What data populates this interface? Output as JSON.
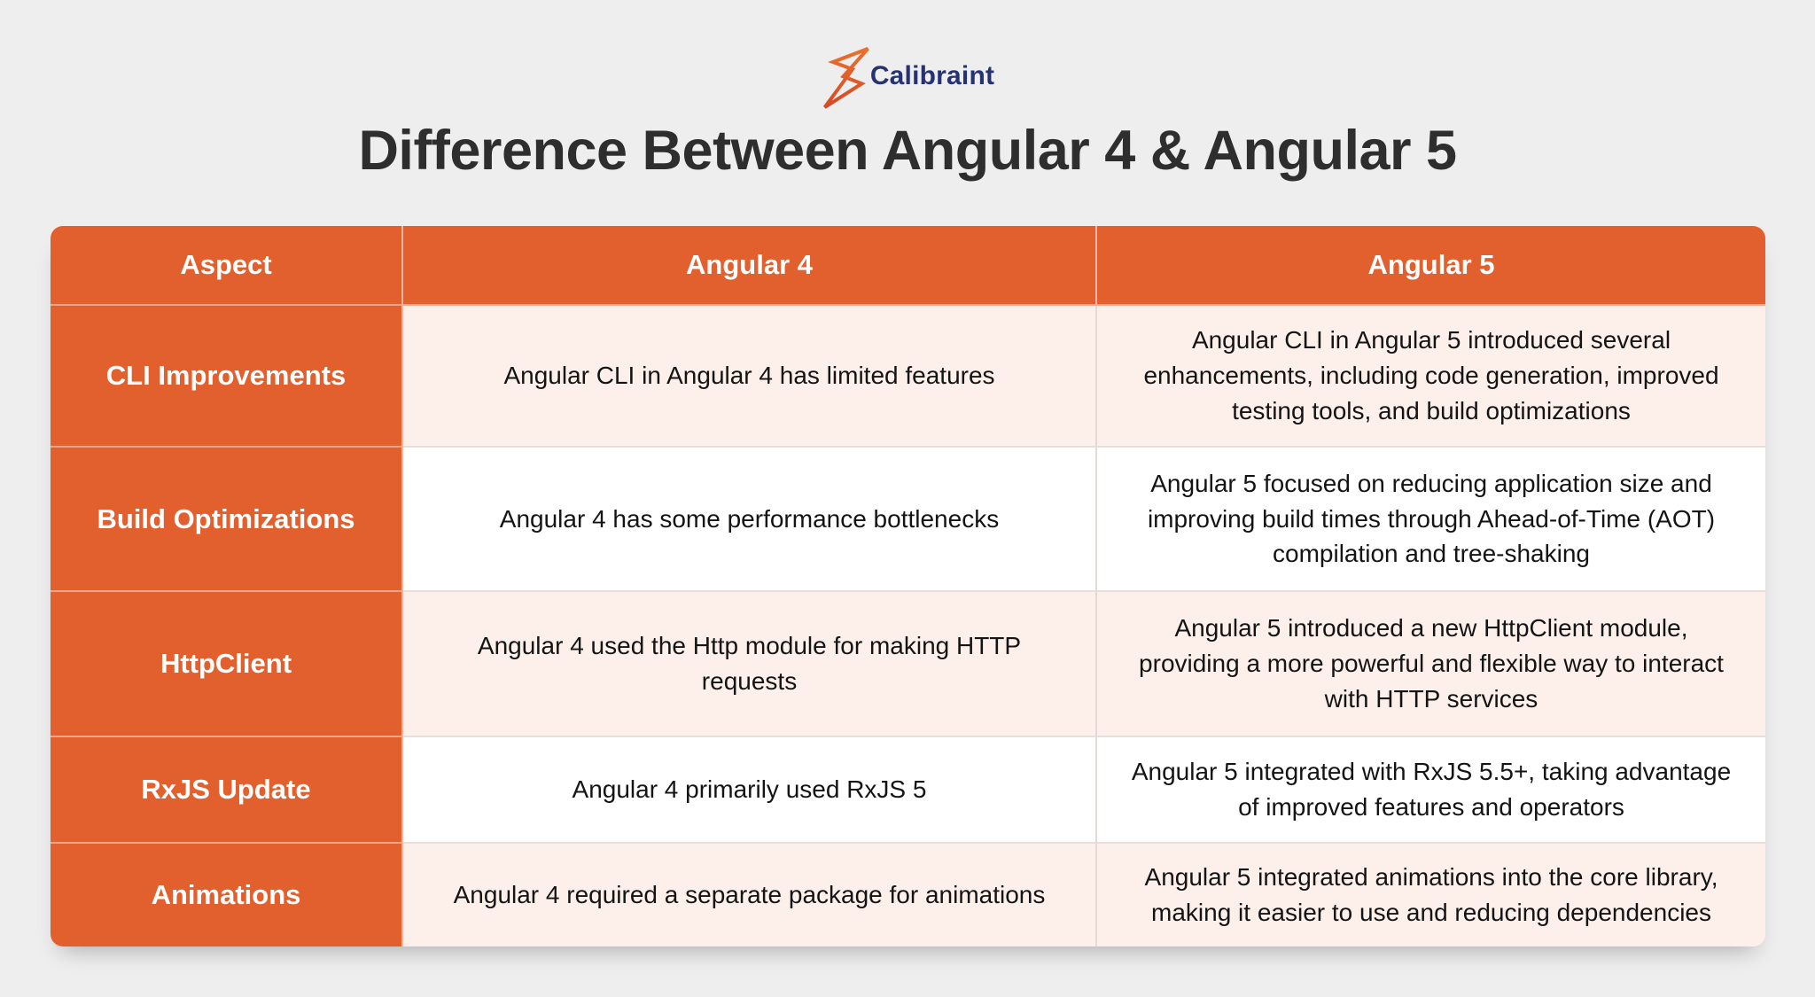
{
  "logo": {
    "brand": "Calibraint",
    "mark_icon": "calibraint-z-icon"
  },
  "title": "Difference Between Angular 4 & Angular 5",
  "colors": {
    "accent_orange": "#E25F2E",
    "row_pink": "#FDF0EA",
    "row_white": "#FFFFFF",
    "brand_navy": "#273272",
    "page_background": "#EFEEEE",
    "title_text": "#2E2E2E",
    "body_text": "#141414"
  },
  "table": {
    "columns": [
      "Aspect",
      "Angular 4",
      "Angular 5"
    ],
    "rows": [
      {
        "aspect": "CLI Improvements",
        "angular4": "Angular CLI in Angular 4 has limited features",
        "angular5": "Angular CLI in Angular 5 introduced several enhancements, including code generation, improved testing tools, and build optimizations"
      },
      {
        "aspect": "Build Optimizations",
        "angular4": "Angular 4 has some performance bottlenecks",
        "angular5": "Angular 5 focused on reducing application size and improving build times through Ahead-of-Time (AOT) compilation and tree-shaking"
      },
      {
        "aspect": "HttpClient",
        "angular4": "Angular 4 used the Http module for making HTTP requests",
        "angular5": "Angular 5 introduced a new HttpClient module, providing a more powerful and flexible way to interact with HTTP services"
      },
      {
        "aspect": "RxJS Update",
        "angular4": "Angular 4 primarily used RxJS 5",
        "angular5": "Angular 5 integrated with RxJS 5.5+, taking advantage of improved features and operators"
      },
      {
        "aspect": "Animations",
        "angular4": "Angular 4 required a separate package for animations",
        "angular5": "Angular 5 integrated animations into the core library, making it easier to use and reducing dependencies"
      }
    ]
  }
}
